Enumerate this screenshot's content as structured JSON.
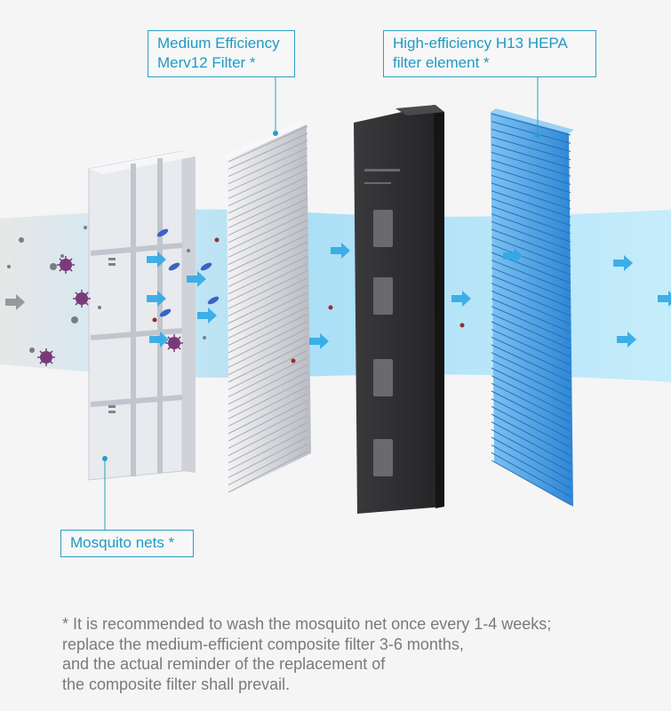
{
  "callouts": {
    "medium_filter": "Medium Efficiency\nMerv12 Filter *",
    "hepa_filter": "High-efficiency H13 HEPA\nfilter element *",
    "mosquito_nets": "Mosquito nets *"
  },
  "footnote": "* It is recommended to wash the mosquito net once every 1-4 weeks;\n  replace the medium-efficient composite filter 3-6 months,\n  and the actual reminder of the replacement of\n  the composite filter shall prevail.",
  "colors": {
    "accent": "#1f9ac3",
    "airflow": "#a9e0f7",
    "arrow": "#2fa9e6",
    "hepa": "#49a6e8",
    "carbon": "#2c2c2e"
  },
  "icons": [
    "airflow-arrow-icon",
    "virus-icon",
    "dust-particle-icon",
    "callout-dot-icon"
  ]
}
